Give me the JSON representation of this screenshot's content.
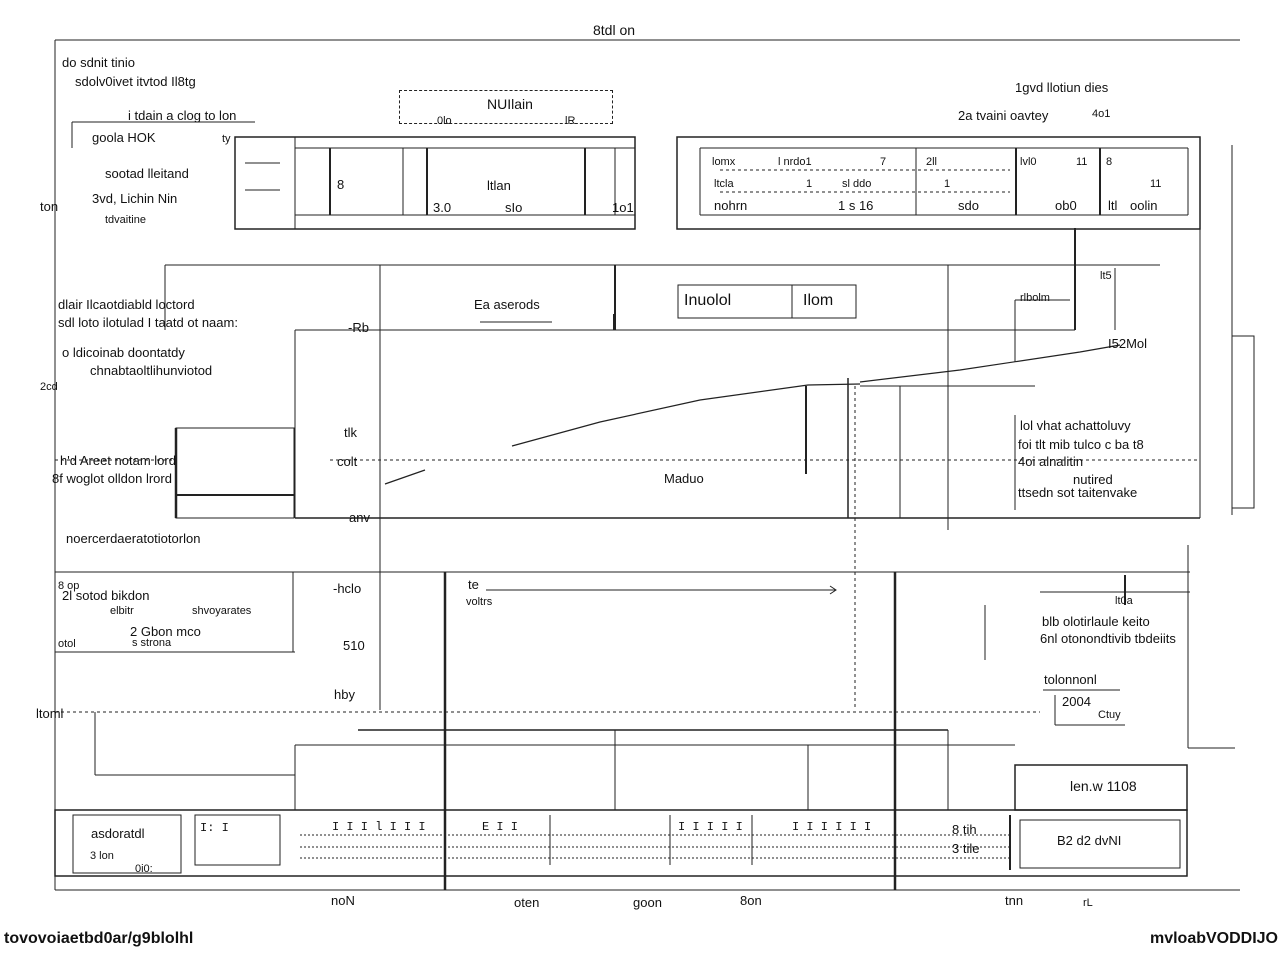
{
  "title": "8tdl on",
  "top_left": {
    "line1": "do sdnit tinio",
    "line2": "sdolv0ivet itvtod Il8tg",
    "label_a": "i tdain a clog to lon",
    "label_b": "goola  HOK",
    "label_b2": "ty"
  },
  "header_box": {
    "label": "NUIlain",
    "sub_left": "0lo",
    "sub_right": "lR"
  },
  "top_right": {
    "line1": "1gvd llotiun dies",
    "line2": "2a tvaini oavtey",
    "line3": "4o1"
  },
  "left_labels": {
    "ton": "ton",
    "group1_a": "sootad lleitand",
    "group1_b": "3vd, Lichin Nin",
    "group1_c": "tdvaitine",
    "para1_a": "dlair Ilcaotdiabld loctord",
    "para1_b": "sdl loto ilotulad  I taatd ot naam:",
    "para2_a": "o ldicoinab doontatdy",
    "para2_b": "chnabtaoltlihunviotod",
    "s2": "2cd",
    "bracket_a": "h'd Areet notam lord",
    "bracket_b": "8f woglot olldon  lrord",
    "section_note": "noercerdaeratotiotorlon",
    "mini_a": "8 op",
    "mini_b": "2l  sotod bikdon",
    "mini_c": "elbitr",
    "mini_d": "2 Gbon mco",
    "mini_e": "otol",
    "mini_f": "s strona",
    "mini_g": "shvoyarates",
    "tom": "ltoml"
  },
  "table_left": {
    "rows": [
      [
        "8",
        "",
        "",
        ""
      ],
      [
        "",
        "ltlan",
        "",
        ""
      ],
      [
        "",
        "3.0",
        "sIo",
        "1o1"
      ]
    ]
  },
  "table_right": {
    "rows": [
      [
        "lomx",
        "l nrdo1",
        "7",
        "2ll",
        "lvl0",
        "11",
        "8"
      ],
      [
        "ltcla",
        "1",
        "sl ddo",
        "1",
        "",
        "",
        "11"
      ],
      [
        "nohrn",
        "1 s 16",
        "",
        "sdo",
        "ob0",
        "ltl",
        "oolin"
      ]
    ]
  },
  "chart": {
    "ylabels": [
      "-Rb",
      "tlk",
      "colt",
      "anv"
    ],
    "legend_left": "Ea aserods",
    "legend_box_1": "Inuolol",
    "legend_box_2": "Ilom",
    "annotation_mid": "Maduo",
    "right_top": "rlbolm",
    "right_mark": "lt5",
    "right_label": "I52Mol"
  },
  "right_note": {
    "line1": "lol vhat achattoluvy",
    "line2": "foi tlt mib tulco c ba t8",
    "line3": "4oi alnalitin",
    "line4": "nutired",
    "line5": "ttsedn  sot taitenvake"
  },
  "lower": {
    "to": "te",
    "voltrs": "voltrs",
    "ylabels": [
      "-hclo",
      "510",
      "hby"
    ],
    "right_box": "lt0a",
    "right_note_1": "blb olotirlaule keito",
    "right_note_2": "6nl otonondtivib tbdeiits",
    "right_sub": "tolonnonl",
    "right_val": "2004",
    "right_unit": "Ctuy",
    "bottom_box": "len.w 1108"
  },
  "footer_band": {
    "left_a": "asdoratdl",
    "left_b": "3  lon",
    "left_c": "0i0:",
    "right_a": "8 tih",
    "right_b": "3  tile",
    "right_box": "B2 d2 dvNI"
  },
  "x_axis": [
    "noN",
    "oten",
    "goon",
    "8on",
    "tnn",
    "rL"
  ],
  "footer": {
    "left": "tovovoiaetbd0ar/g9blolhl",
    "right": "mvloabVODDIJO"
  }
}
